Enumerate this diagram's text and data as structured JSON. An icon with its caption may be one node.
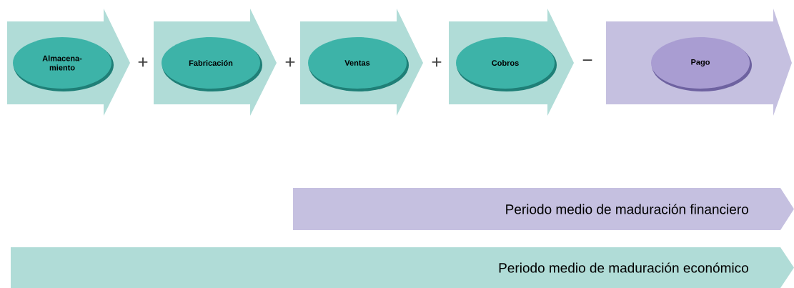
{
  "diagram": {
    "nodes": [
      {
        "text": [
          "Almacena- miento"
        ]
      },
      {
        "text": [
          "Fabricación"
        ]
      },
      {
        "text": [
          "Ventas"
        ]
      },
      {
        "text": [
          "Cobros"
        ]
      },
      {
        "text": [
          "Pago"
        ]
      },
      {
        "text": [
          "Periodo medio de maduración financiero"
        ]
      },
      {
        "text": [
          "Periodo medio de maduración económico"
        ]
      }
    ],
    "labels": [
      "+",
      "+",
      "+",
      "−"
    ]
  }
}
